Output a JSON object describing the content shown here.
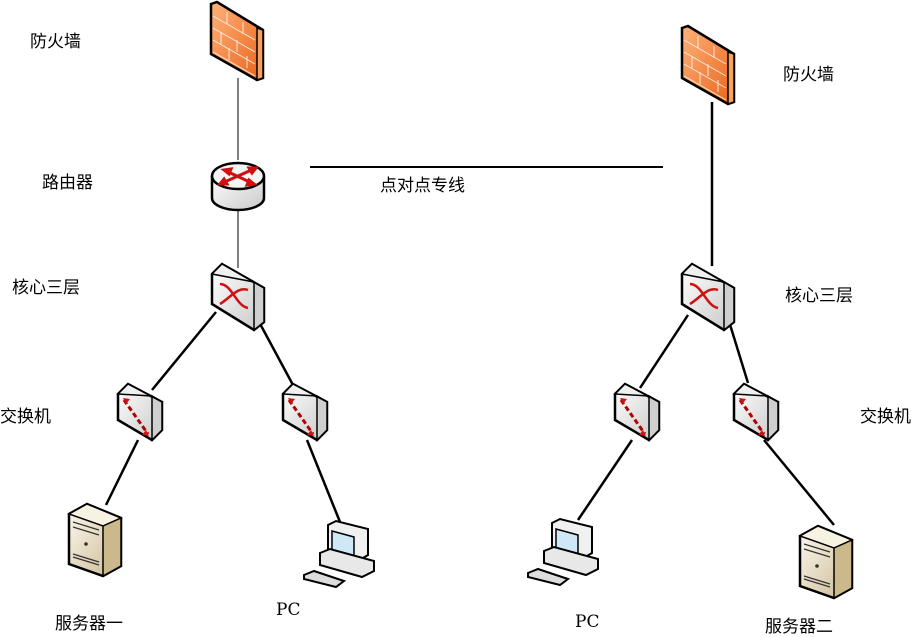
{
  "labels": {
    "firewall_left": "防火墙",
    "router": "路由器",
    "core_left": "核心三层",
    "switch_left": "交换机",
    "server_one": "服务器一",
    "pc_left": "PC",
    "dedicated_line": "点对点专线",
    "firewall_right": "防火墙",
    "core_right": "核心三层",
    "switch_right": "交换机",
    "pc_right": "PC",
    "server_two": "服务器二"
  },
  "colors": {
    "firewall": "#f0782a",
    "arrow": "#d01010",
    "device": "#e8e8e8",
    "server": "#e6dcc0",
    "line": "#000000"
  }
}
